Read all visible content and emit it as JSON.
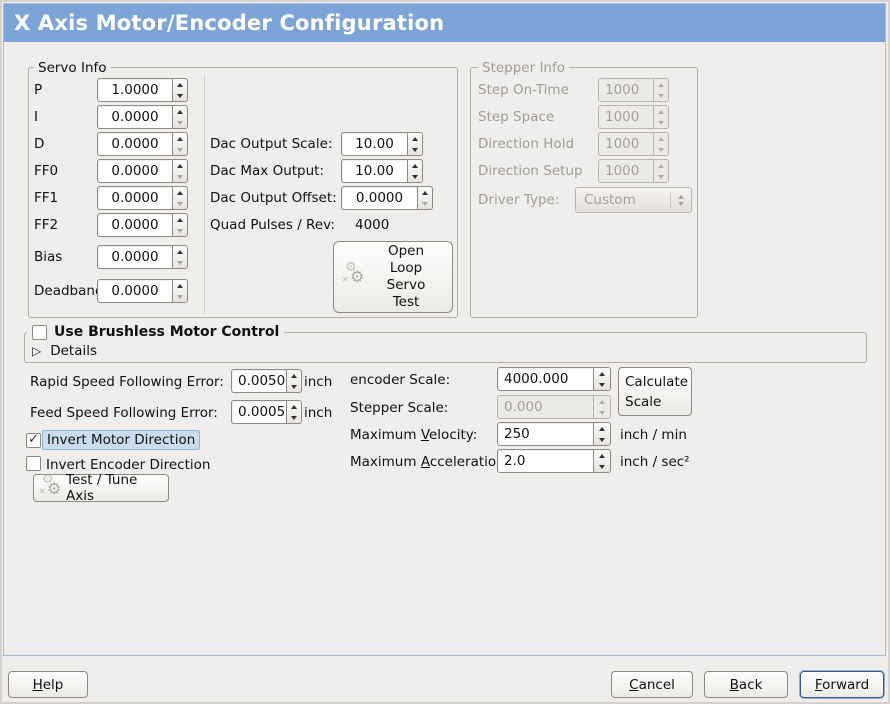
{
  "title": "X Axis Motor/Encoder Configuration",
  "colors": {
    "titlebar": "#7da4d8",
    "background": "#efeeec",
    "selection_highlight": "#ccdcf0"
  },
  "servo": {
    "frame_label": "Servo Info",
    "params": [
      {
        "label": "P",
        "value": "1.0000"
      },
      {
        "label": "I",
        "value": "0.0000"
      },
      {
        "label": "D",
        "value": "0.0000"
      },
      {
        "label": "FF0",
        "value": "0.0000"
      },
      {
        "label": "FF1",
        "value": "0.0000"
      },
      {
        "label": "FF2",
        "value": "0.0000"
      },
      {
        "label": "Bias",
        "value": "0.0000"
      },
      {
        "label": "Deadband",
        "value": "0.0000"
      }
    ],
    "dac_scale_label": "Dac Output Scale:",
    "dac_scale_value": "10.00",
    "dac_max_label": "Dac Max Output:",
    "dac_max_value": "10.00",
    "dac_offset_label": "Dac Output Offset:",
    "dac_offset_value": "0.0000",
    "quad_label": "Quad Pulses / Rev:",
    "quad_value": "4000",
    "open_loop_lines": [
      "Open",
      "Loop",
      "Servo",
      "Test"
    ]
  },
  "stepper": {
    "frame_label": "Stepper Info",
    "rows": [
      {
        "label": "Step On-Time",
        "value": "1000"
      },
      {
        "label": "Step Space",
        "value": "1000"
      },
      {
        "label": "Direction Hold",
        "value": "1000"
      },
      {
        "label": "Direction Setup",
        "value": "1000"
      }
    ],
    "driver_type_label": "Driver Type:",
    "driver_type_value": "Custom"
  },
  "brushless": {
    "checkbox_label": "Use Brushless Motor Control",
    "details_label": "Details"
  },
  "following_error": {
    "rapid_label": "Rapid Speed Following Error:",
    "rapid_value": "0.0050",
    "rapid_unit": "inch",
    "feed_label": "Feed Speed Following Error:",
    "feed_value": "0.0005",
    "feed_unit": "inch"
  },
  "direction": {
    "invert_motor_label": "Invert Motor Direction",
    "invert_encoder_label": "Invert Encoder Direction",
    "test_tune_label": "Test / Tune Axis"
  },
  "scales": {
    "encoder_label": "encoder Scale:",
    "encoder_value": "4000.000",
    "stepper_label": "Stepper Scale:",
    "stepper_value": "0.000",
    "calculate_lines": [
      "Calculate",
      "Scale"
    ],
    "velocity_pre": "Maximum ",
    "velocity_mn": "V",
    "velocity_post": "elocity:",
    "velocity_value": "250",
    "velocity_unit": "inch / min",
    "accel_pre": "Maximum ",
    "accel_mn": "A",
    "accel_post": "cceleration:",
    "accel_value": "2.0",
    "accel_unit": "inch / sec²"
  },
  "footer": {
    "help_mn": "H",
    "help_rest": "elp",
    "cancel_mn": "C",
    "cancel_rest": "ancel",
    "back_mn": "B",
    "back_rest": "ack",
    "forward_mn": "F",
    "forward_rest": "orward"
  }
}
